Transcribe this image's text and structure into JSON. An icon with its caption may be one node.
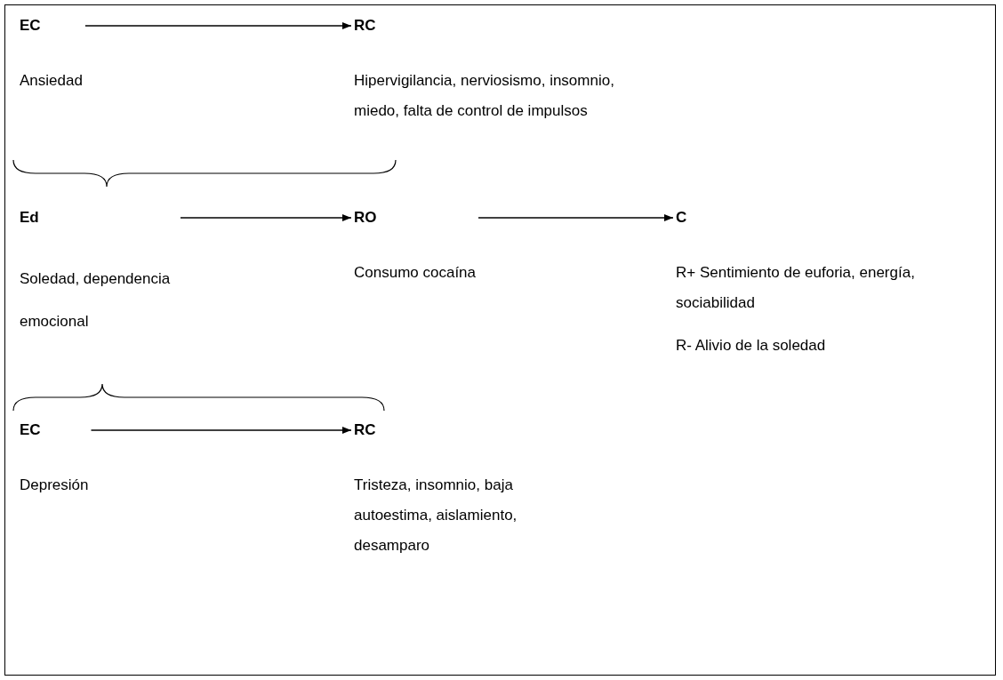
{
  "diagram": {
    "nodes": [
      {
        "text": [
          "EC",
          "Ansiedad"
        ]
      },
      {
        "text": [
          "RC",
          "Hipervigilancia, nerviosismo, insomnio, miedo, falta de control de impulsos"
        ]
      },
      {
        "text": [
          "Ed",
          "Soledad, dependencia emocional"
        ]
      },
      {
        "text": [
          "RO",
          "Consumo cocaína"
        ]
      },
      {
        "text": [
          "C",
          "R+ Sentimiento de euforia, energía, sociabilidad",
          "R- Alivio de la soledad"
        ]
      },
      {
        "text": [
          "EC",
          "Depresión"
        ]
      },
      {
        "text": [
          "RC",
          "Tristeza, insomnio, baja autoestima, aislamiento, desamparo"
        ]
      }
    ],
    "edges": [
      {
        "from": 0,
        "to": 1,
        "arrow": "to"
      },
      {
        "from": 2,
        "to": 3,
        "arrow": "to"
      },
      {
        "from": 3,
        "to": 4,
        "arrow": "to"
      },
      {
        "from": 5,
        "to": 6,
        "arrow": "to"
      }
    ]
  }
}
